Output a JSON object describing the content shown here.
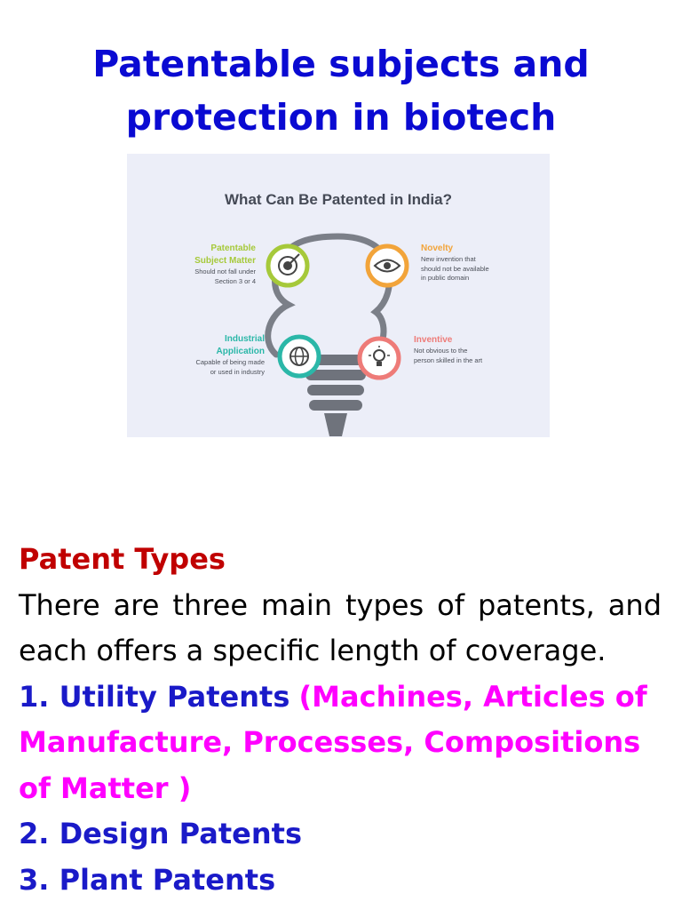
{
  "page": {
    "title_line1": "Patentable subjects and",
    "title_line2": "protection in biotech"
  },
  "figure": {
    "title": "What Can Be Patented in India?",
    "items": [
      {
        "heading_l1": "Patentable",
        "heading_l2": "Subject Matter",
        "desc_l1": "Should not fall under",
        "desc_l2": "Section 3 or 4",
        "color": "#a6c93a",
        "icon": "target-icon"
      },
      {
        "heading_l1": "Novelty",
        "desc_l1": "New invention that",
        "desc_l2": "should not be available",
        "desc_l3": "in public domain",
        "color": "#f2a43a",
        "icon": "eye-icon"
      },
      {
        "heading_l1": "Industrial",
        "heading_l2": "Application",
        "desc_l1": "Capable of being made",
        "desc_l2": "or used in industry",
        "color": "#2bb7a8",
        "icon": "globe-icon"
      },
      {
        "heading_l1": "Inventive",
        "desc_l1": "Not obvious to the",
        "desc_l2": "person skilled in the art",
        "color": "#ee7b78",
        "icon": "lightbulb-icon"
      }
    ]
  },
  "content": {
    "section_heading": "Patent Types",
    "intro": "There are three main types of patents, and each offers a specific length of coverage.",
    "type1_label": "1. Utility Patents",
    "type1_detail": "(Machines, Articles of Manufacture, Processes, Compositions of Matter )",
    "type2_label": "2. Design Patents",
    "type3_label": "3. Plant Patents"
  }
}
